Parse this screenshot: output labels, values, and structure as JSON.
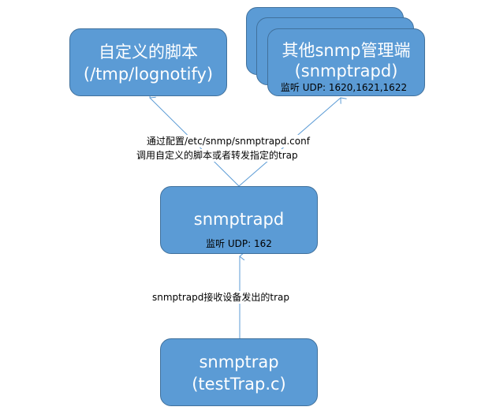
{
  "nodes": {
    "custom_script": {
      "title": "自定义的脚本",
      "subtitle": "(/tmp/lognotify)"
    },
    "other_snmp": {
      "title": "其他snmp管理端",
      "subtitle": "(snmptrapd)",
      "listen": "监听 UDP: 1620,1621,1622"
    },
    "snmptrapd": {
      "title": "snmptrapd",
      "listen": "监听 UDP: 162"
    },
    "snmptrap": {
      "title": "snmptrap",
      "subtitle": "(testTrap.c)"
    }
  },
  "edges": {
    "upper_label_line1": "通过配置/etc/snmp/snmptrapd.conf",
    "upper_label_line2": "调用自定义的脚本或者转发指定的trap",
    "lower_label": "snmptrapd接收设备发出的trap"
  },
  "colors": {
    "box_fill": "#5b9bd5",
    "box_border": "#41719c",
    "text_on_box": "#ffffff",
    "arrow": "#5b9bd5"
  }
}
